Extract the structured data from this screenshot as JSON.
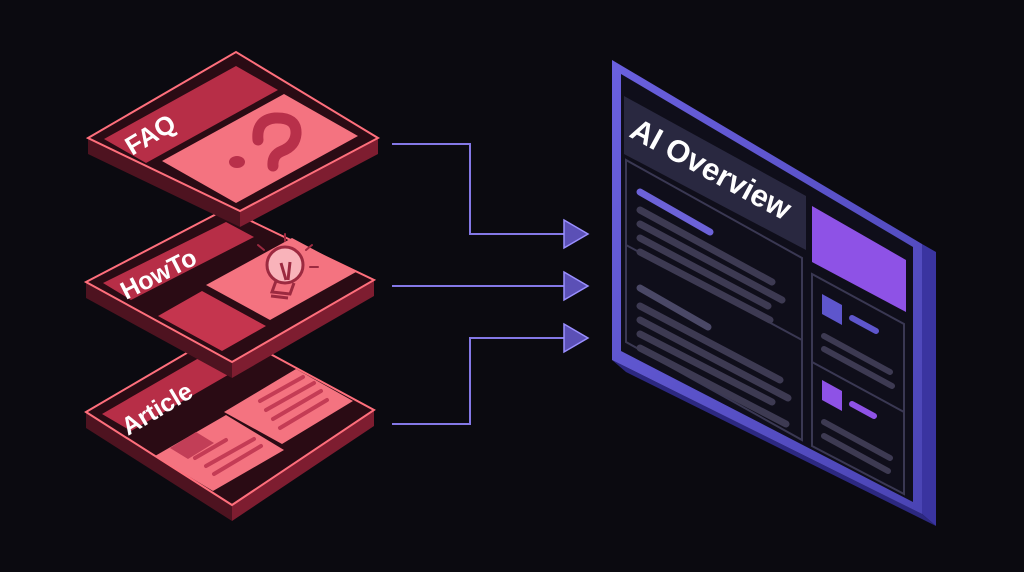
{
  "layers": [
    {
      "label": "FAQ",
      "icon": "question-mark-icon"
    },
    {
      "label": "HowTo",
      "icon": "lightbulb-icon"
    },
    {
      "label": "Article",
      "icon": "text-document-icon"
    }
  ],
  "panel": {
    "title": "AI Overview"
  },
  "colors": {
    "background": "#0b0a10",
    "card_dark": "#c2344d",
    "card_light": "#f26572",
    "card_edge": "#ff6f7c",
    "connector": "#8478e6",
    "panel_frame": "#5e56cc",
    "panel_accent": "#8e52e6",
    "panel_line": "#3d3a52"
  }
}
